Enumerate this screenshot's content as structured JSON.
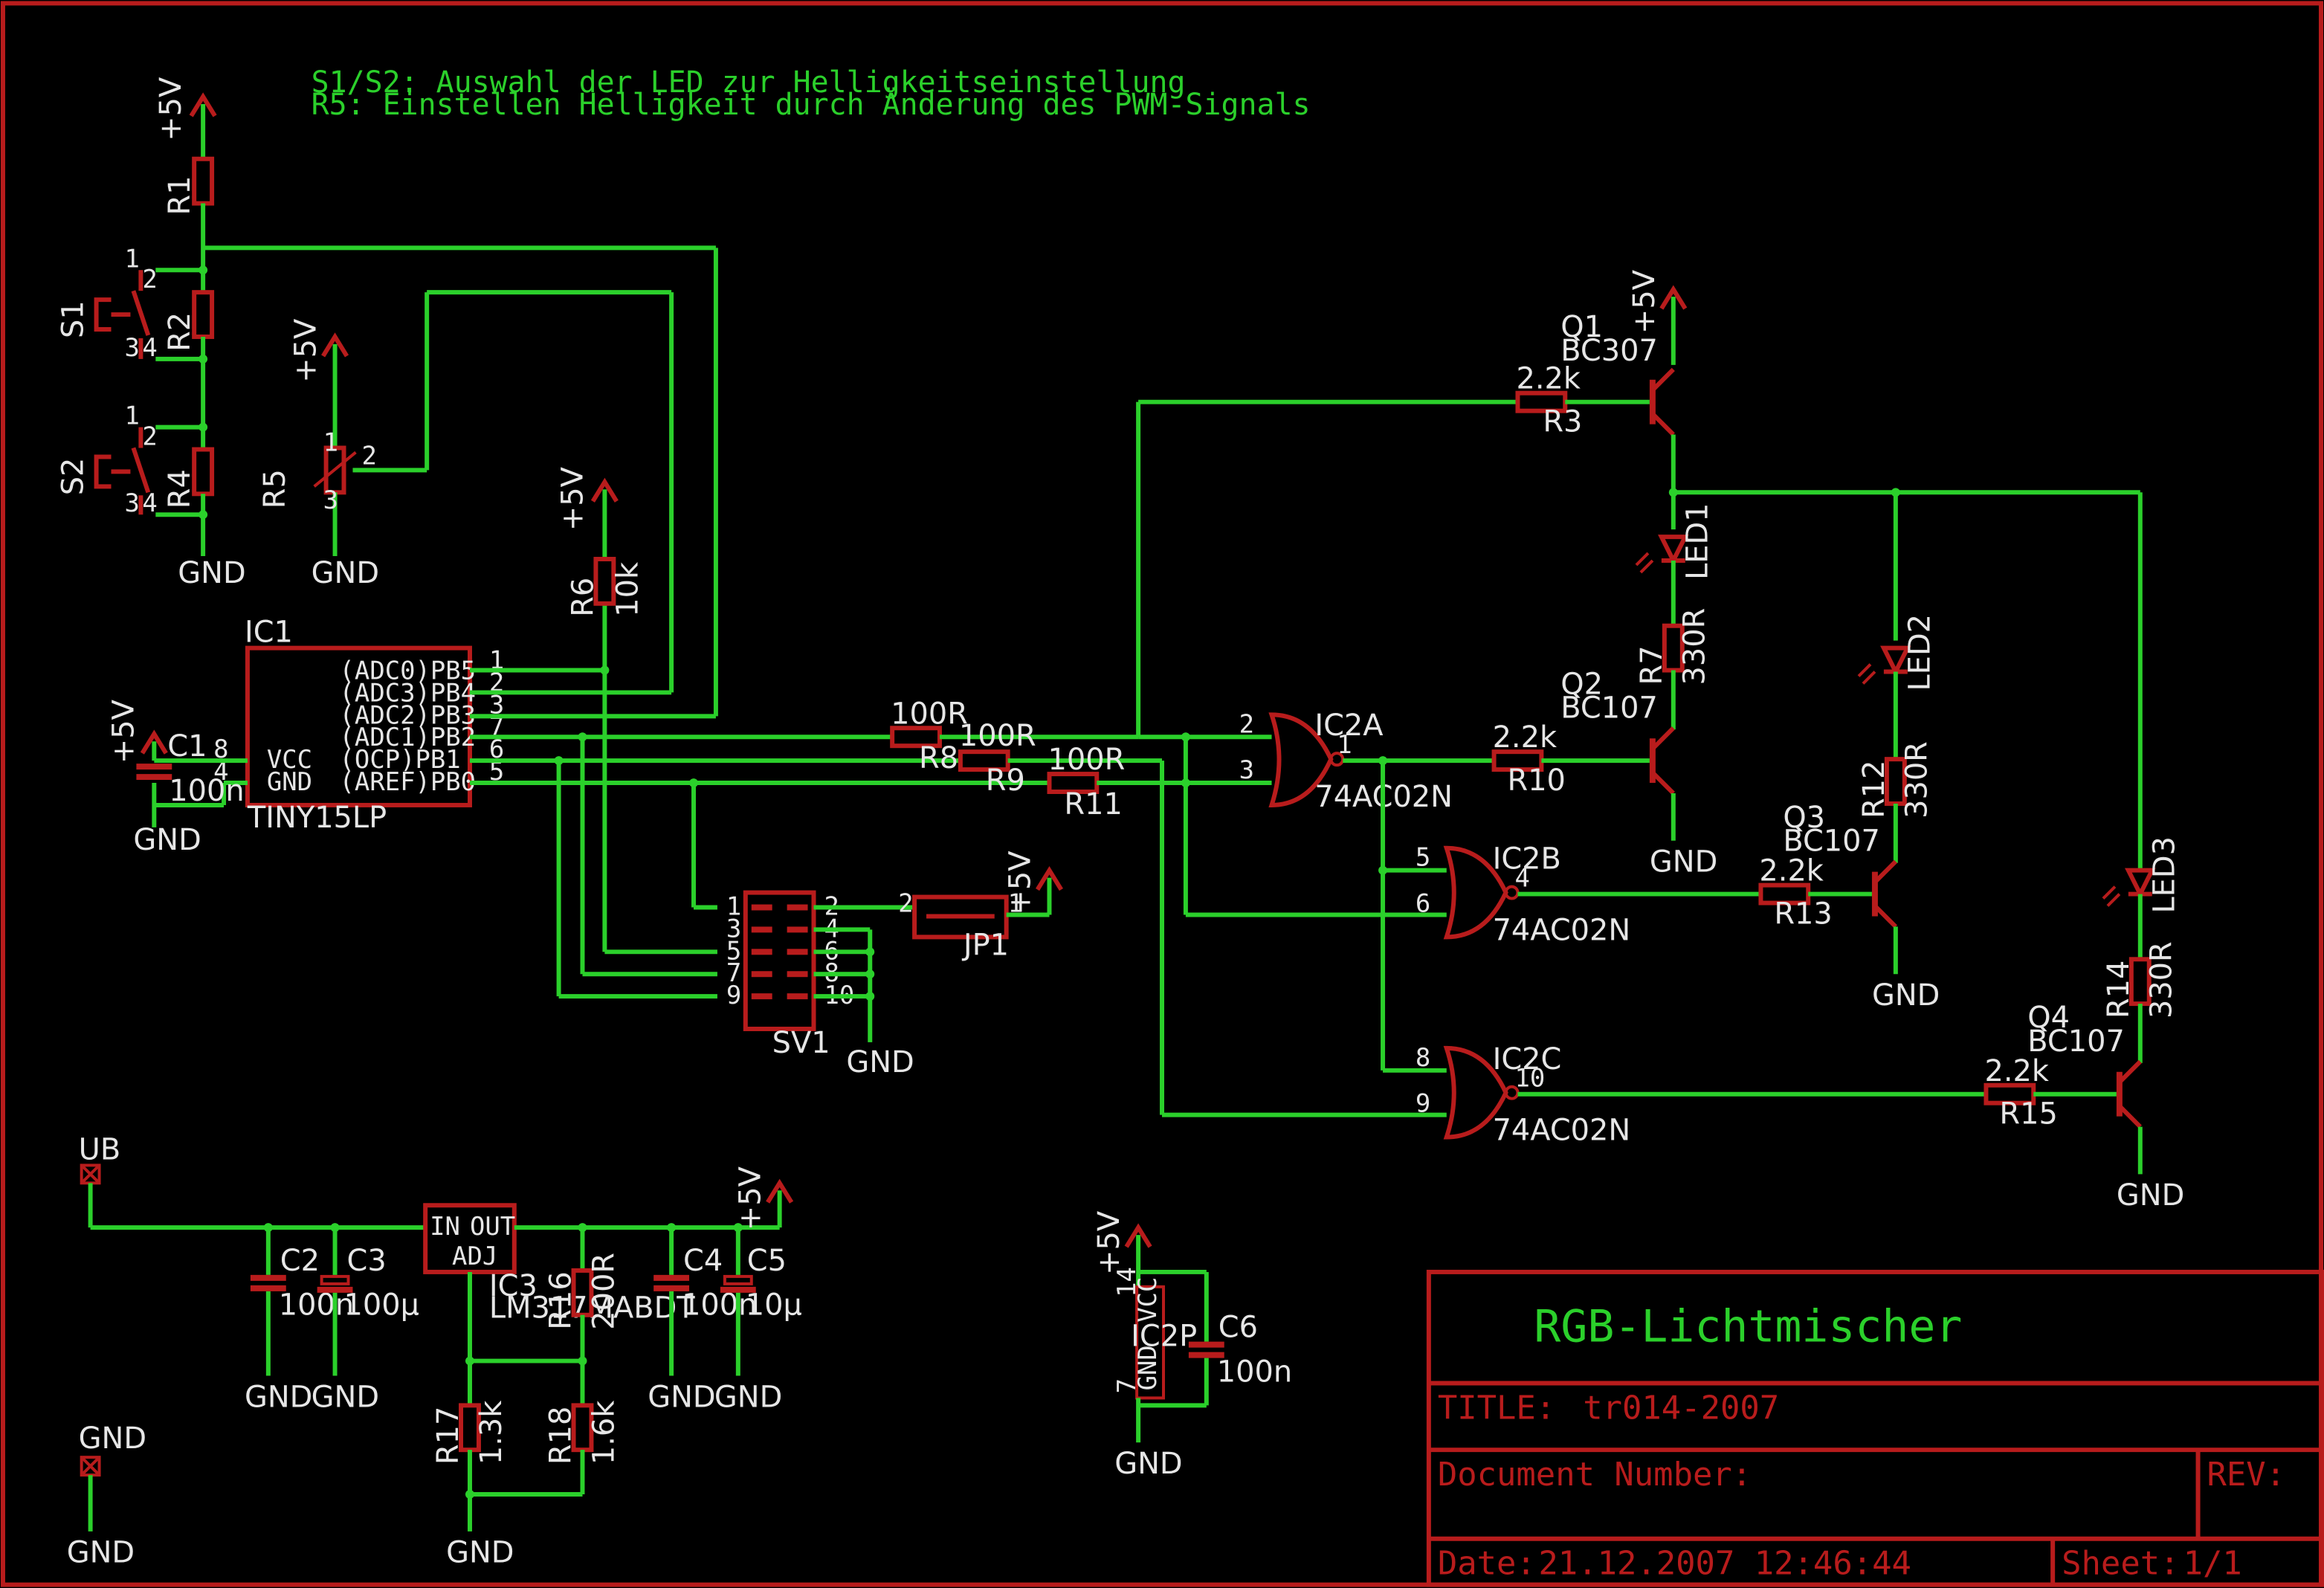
{
  "notes": {
    "line1": "S1/S2: Auswahl der LED zur Helligkeitseinstellung",
    "line2": "R5: Einstellen Helligkeit durch Änderung des PWM-Signals"
  },
  "title_block": {
    "heading": "RGB-Lichtmischer",
    "title_label": "TITLE:",
    "title_value": "tr014-2007",
    "docnum_label": "Document Number:",
    "rev_label": "REV:",
    "date_label": "Date:",
    "date_value": "21.12.2007 12:46:44",
    "sheet_label": "Sheet:",
    "sheet_value": "1/1"
  },
  "supply": {
    "p5v": "+5V",
    "gnd": "GND",
    "ub": "UB"
  },
  "ic1": {
    "name": "IC1",
    "value": "TINY15LP",
    "pins_right": [
      "(ADC0)PB5",
      "(ADC3)PB4",
      "(ADC2)PB3",
      "(ADC1)PB2",
      "(OCP)PB1",
      "(AREF)PB0"
    ],
    "pin_numbers_right": [
      "1",
      "2",
      "3",
      "7",
      "6",
      "5"
    ],
    "vcc": "VCC",
    "gnd": "GND",
    "pin_vcc": "8",
    "pin_gnd": "4"
  },
  "parts": {
    "R1": "R1",
    "R2": "R2",
    "R4": "R4",
    "R5": "R5",
    "S1": "S1",
    "S2": "S2",
    "R6": "R6",
    "R6v": "10k",
    "C1": "C1",
    "C1v": "100n",
    "R8": "R8",
    "R8v": "100R",
    "R9": "R9",
    "R9v": "100R",
    "R11": "R11",
    "R11v": "100R",
    "R3": "R3",
    "R3v": "2.2k",
    "R10": "R10",
    "R10v": "2.2k",
    "R13": "R13",
    "R13v": "2.2k",
    "R15": "R15",
    "R15v": "2.2k",
    "R7": "R7",
    "R7v": "330R",
    "R12": "R12",
    "R12v": "330R",
    "R14": "R14",
    "R14v": "330R",
    "Q1": "Q1",
    "Q1v": "BC307",
    "Q2": "Q2",
    "Q2v": "BC107",
    "Q3": "Q3",
    "Q3v": "BC107",
    "Q4": "Q4",
    "Q4v": "BC107",
    "LED1": "LED1",
    "LED2": "LED2",
    "LED3": "LED3",
    "IC2A": "IC2A",
    "IC2B": "IC2B",
    "IC2C": "IC2C",
    "IC2v": "74AC02N",
    "SV1": "SV1",
    "JP1": "JP1",
    "IC2P": "IC2P",
    "VCC": "VCC",
    "C6": "C6",
    "C6v": "100n",
    "C2": "C2",
    "C2v": "100n",
    "C3": "C3",
    "C3v": "100µ",
    "C4": "C4",
    "C4v": "100n",
    "C5": "C5",
    "C5v": "10µ",
    "IC3": "IC3",
    "IC3v": "LM317MABDT",
    "IC3in": "IN",
    "IC3out": "OUT",
    "IC3adj": "ADJ",
    "R16": "R16",
    "R16v": "200R",
    "R17": "R17",
    "R17v": "1.3k",
    "R18": "R18",
    "R18v": "1.6k"
  }
}
